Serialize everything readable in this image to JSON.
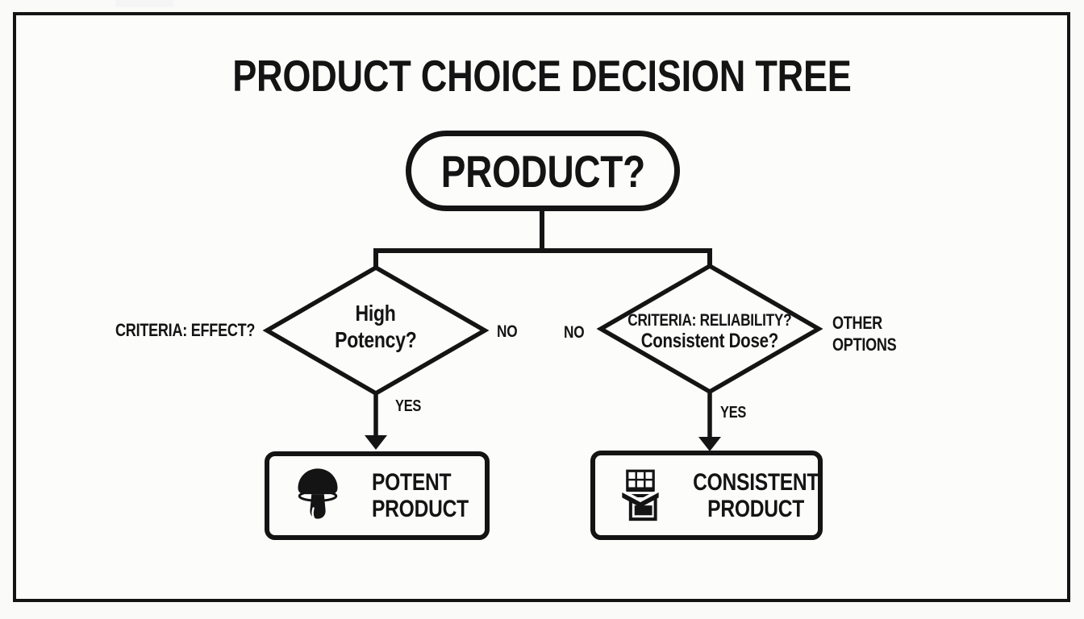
{
  "title": "PRODUCT CHOICE DECISION TREE",
  "colors": {
    "ink": "#141414",
    "background": "#fafaf9"
  },
  "root_node": {
    "label": "PRODUCT?"
  },
  "branches": {
    "left": {
      "criteria_label": "CRITERIA: EFFECT?",
      "question_line1": "High",
      "question_line2": "Potency?",
      "no_label": "NO",
      "yes_label": "YES",
      "result": {
        "line1": "POTENT",
        "line2": "PRODUCT",
        "icon": "mushroom-icon"
      }
    },
    "right": {
      "question_line1": "CRITERIA: RELIABILITY?",
      "question_line2": "Consistent Dose?",
      "no_label": "NO",
      "yes_label": "YES",
      "other_line1": "OTHER",
      "other_line2": "OPTIONS",
      "result": {
        "line1": "CONSISTENT",
        "line2": "PRODUCT",
        "icon": "chocolate-bar-icon"
      }
    }
  }
}
